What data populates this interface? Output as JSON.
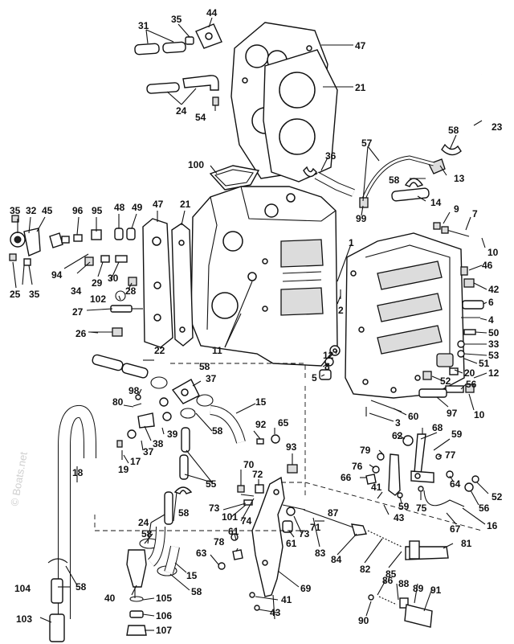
{
  "watermark": "© Boats.net",
  "labels": {
    "l1": "1",
    "l2": "2",
    "l3": "3",
    "l4": "4",
    "l5": "5",
    "l6": "6",
    "l7": "7",
    "l8": "8",
    "l9": "9",
    "l10a": "10",
    "l10b": "10",
    "l11": "11",
    "l12": "12",
    "l13": "13",
    "l14": "14",
    "l15a": "15",
    "l15b": "15",
    "l16": "16",
    "l17": "17",
    "l18": "18",
    "l19": "19",
    "l20": "20",
    "l21a": "21",
    "l21b": "21",
    "l22": "22",
    "l23": "23",
    "l24a": "24",
    "l24b": "24",
    "l25": "25",
    "l26": "26",
    "l27": "27",
    "l28": "28",
    "l29": "29",
    "l30": "30",
    "l31": "31",
    "l32": "32",
    "l33": "33",
    "l34": "34",
    "l35a": "35",
    "l35b": "35",
    "l35c": "35",
    "l36": "36",
    "l37a": "37",
    "l37b": "37",
    "l38": "38",
    "l39": "39",
    "l40": "40",
    "l41a": "41",
    "l41b": "41",
    "l42": "42",
    "l43a": "43",
    "l43b": "43",
    "l44": "44",
    "l45": "45",
    "l46": "46",
    "l47a": "47",
    "l47b": "47",
    "l48": "48",
    "l49": "49",
    "l50": "50",
    "l51": "51",
    "l52a": "52",
    "l52b": "52",
    "l53": "53",
    "l54": "54",
    "l55": "55",
    "l56a": "56",
    "l56b": "56",
    "l57": "57",
    "l58a": "58",
    "l58b": "58",
    "l58c": "58",
    "l58d": "58",
    "l58e": "58",
    "l58f": "58",
    "l58g": "58",
    "l58h": "58",
    "l59a": "59",
    "l59b": "59",
    "l60": "60",
    "l61a": "61",
    "l61b": "61",
    "l62": "62",
    "l63": "63",
    "l64": "64",
    "l65": "65",
    "l66": "66",
    "l67": "67",
    "l68": "68",
    "l69": "69",
    "l70": "70",
    "l71": "71",
    "l72": "72",
    "l73a": "73",
    "l73b": "73",
    "l74": "74",
    "l75": "75",
    "l76": "76",
    "l77": "77",
    "l78": "78",
    "l79": "79",
    "l80": "80",
    "l81": "81",
    "l82": "82",
    "l83": "83",
    "l84": "84",
    "l85": "85",
    "l86": "86",
    "l87": "87",
    "l88": "88",
    "l89": "89",
    "l90": "90",
    "l91": "91",
    "l92": "92",
    "l93": "93",
    "l94": "94",
    "l95": "95",
    "l96": "96",
    "l97": "97",
    "l98": "98",
    "l99": "99",
    "l100": "100",
    "l101": "101",
    "l102": "102",
    "l103": "103",
    "l104": "104",
    "l105": "105",
    "l106": "106",
    "l107": "107"
  }
}
